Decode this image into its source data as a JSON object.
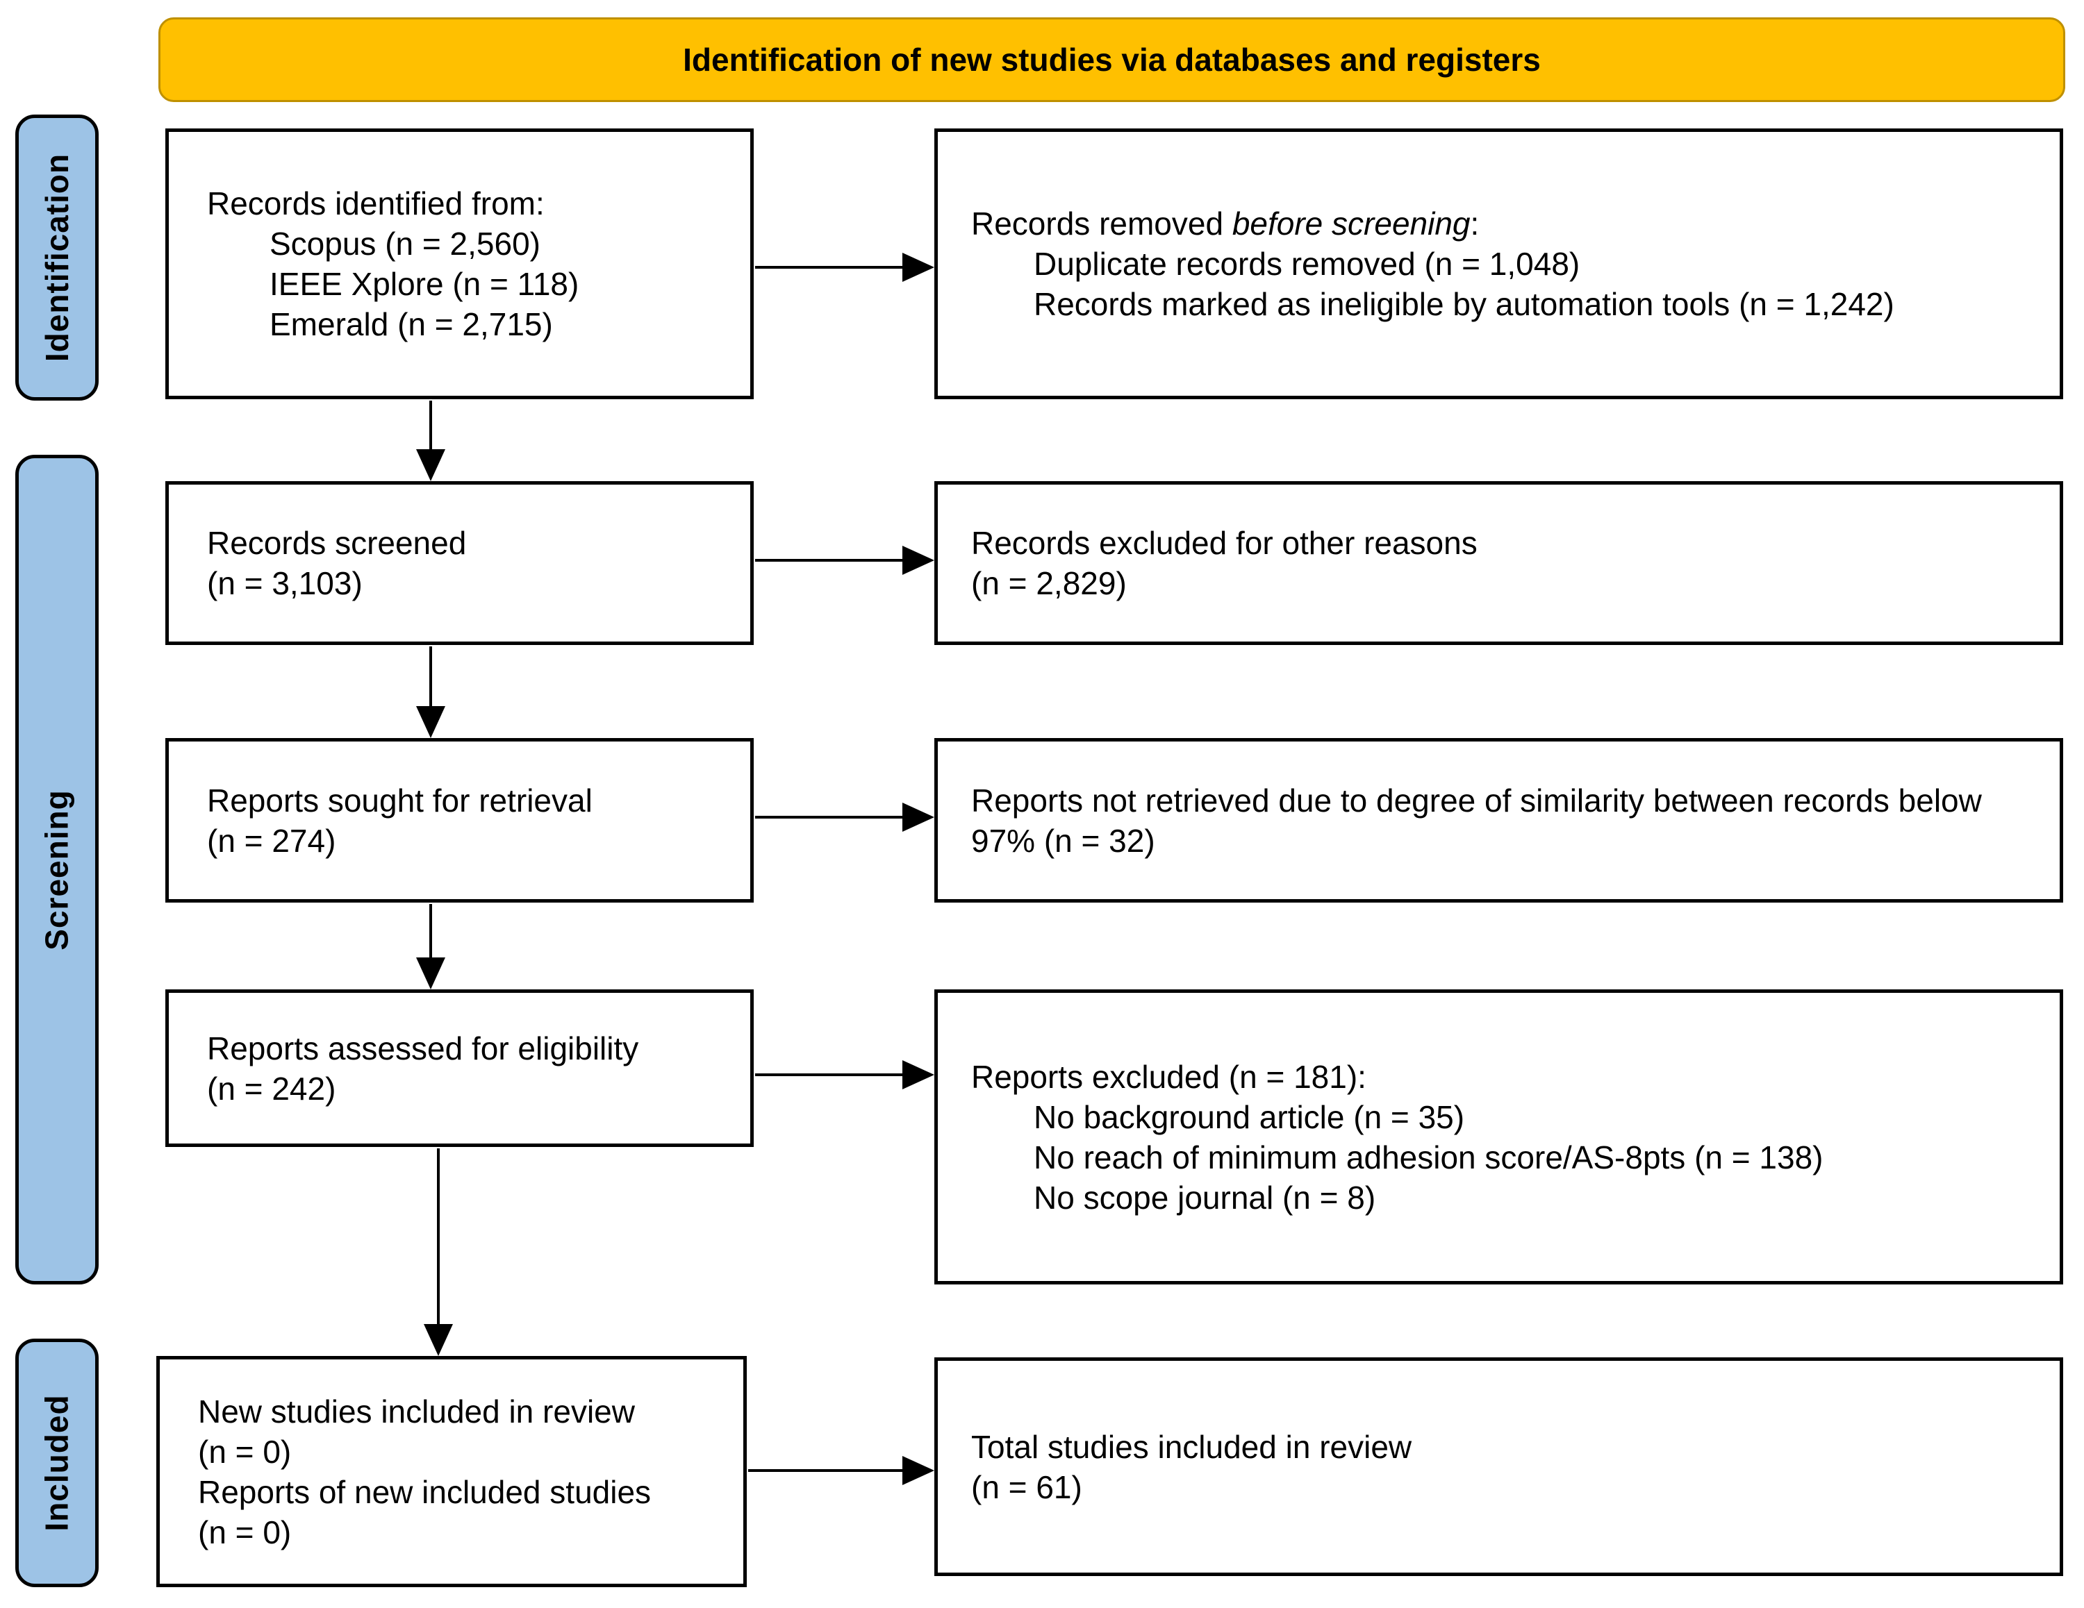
{
  "title": "Identification of new studies via databases and registers",
  "stages": {
    "identification": "Identification",
    "screening": "Screening",
    "included": "Included"
  },
  "colors": {
    "header_fill": "#FFC000",
    "header_border": "#BF9000",
    "stage_fill": "#9DC3E6",
    "box_border": "#000000"
  },
  "boxes": {
    "records_identified": {
      "lead": "Records identified from:",
      "items": [
        "Scopus (n = 2,560)",
        "IEEE Xplore (n = 118)",
        "Emerald (n = 2,715)"
      ]
    },
    "records_removed": {
      "lead_prefix": "Records removed ",
      "lead_emphasis": "before screening",
      "lead_suffix": ":",
      "items": [
        "Duplicate records removed (n = 1,048)",
        "Records marked as ineligible by automation tools (n = 1,242)"
      ]
    },
    "records_screened": {
      "lines": [
        "Records screened",
        "(n = 3,103)"
      ]
    },
    "records_excluded_other": {
      "lines": [
        "Records excluded for other reasons",
        "(n = 2,829)"
      ]
    },
    "reports_sought": {
      "lines": [
        "Reports sought for retrieval",
        "(n = 274)"
      ]
    },
    "reports_not_retrieved": {
      "text": "Reports not retrieved due to degree of similarity between records below 97% (n = 32)"
    },
    "reports_assessed": {
      "lines": [
        "Reports assessed for eligibility",
        "(n = 242)"
      ]
    },
    "reports_excluded": {
      "lead": "Reports excluded (n = 181):",
      "items": [
        "No background article (n = 35)",
        "No reach of minimum adhesion score/AS-8pts (n = 138)",
        "No scope journal (n = 8)"
      ]
    },
    "new_studies_included": {
      "lines": [
        "New studies included in review",
        "(n = 0)",
        "Reports of new included studies",
        "(n = 0)"
      ]
    },
    "total_studies_included": {
      "lines": [
        "Total studies included in review",
        "(n = 61)"
      ]
    }
  }
}
